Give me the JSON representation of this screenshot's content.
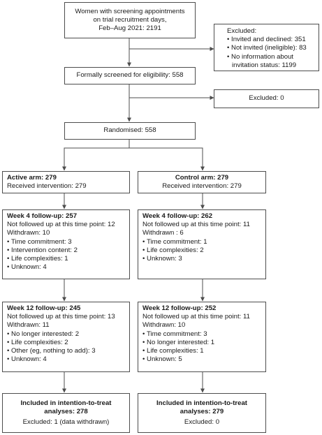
{
  "enrolment": {
    "line1": "Women with screening appointments",
    "line2": "on trial recruitment days,",
    "line3": "Feb–Aug 2021: 2191"
  },
  "excluded1": {
    "title": "Excluded:",
    "items": [
      "Invited and declined: 351",
      "Not invited (ineligible): 83",
      "No information about invitation status: 1199"
    ]
  },
  "screened": {
    "text": "Formally screened for eligibility: 558"
  },
  "excluded2": {
    "text": "Excluded: 0"
  },
  "randomised": {
    "text": "Randomised: 558"
  },
  "active": {
    "arm": {
      "title": "Active arm: 279",
      "received": "Received intervention: 279"
    },
    "week4": {
      "title": "Week 4 follow-up: 257",
      "not_followed": "Not followed up at this time point: 12",
      "withdrawn": "Withdrawn: 10",
      "items": [
        "Time commitment: 3",
        "Intervention content: 2",
        "Life complexities: 1",
        "Unknown: 4"
      ]
    },
    "week12": {
      "title": "Week 12 follow-up: 245",
      "not_followed": "Not followed up at this time point: 13",
      "withdrawn": "Withdrawn: 11",
      "items": [
        "No longer interested: 2",
        "Life complexities: 2",
        "Other (eg, nothing to add): 3",
        "Unknown: 4"
      ]
    },
    "itt": {
      "line1": "Included in intention-to-treat",
      "line2": "analyses: 278",
      "excluded": "Excluded: 1 (data withdrawn)"
    }
  },
  "control": {
    "arm": {
      "title": "Control arm: 279",
      "received": "Received intervention: 279"
    },
    "week4": {
      "title": "Week 4 follow-up: 262",
      "not_followed": "Not followed up at this time point: 11",
      "withdrawn": "Withdrawn : 6",
      "items": [
        "Time commitment: 1",
        "Life complexities: 2",
        "Unknown: 3"
      ]
    },
    "week12": {
      "title": "Week 12 follow-up: 252",
      "not_followed": "Not followed up at this time point: 11",
      "withdrawn": "Withdrawn: 10",
      "items": [
        "Time commitment: 3",
        "No longer interested: 1",
        "Life complexities: 1",
        "Unknown: 5"
      ]
    },
    "itt": {
      "line1": "Included in intention-to-treat",
      "line2": "analyses: 279",
      "excluded": "Excluded: 0"
    }
  }
}
